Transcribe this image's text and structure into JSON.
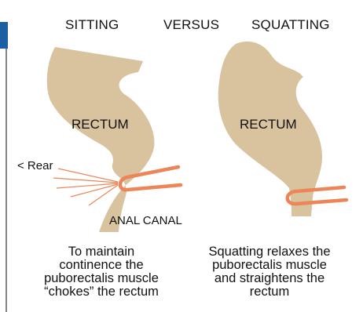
{
  "header": {
    "left_title": "SITTING",
    "middle_title": "VERSUS",
    "right_title": "SQUATTING"
  },
  "left_panel": {
    "organ_label": "RECTUM",
    "direction_label": "< Rear",
    "canal_label": "ANAL CANAL",
    "caption": "To maintain\ncontinence the\npuborectalis muscle\n“chokes” the rectum"
  },
  "right_panel": {
    "organ_label": "RECTUM",
    "caption": "Squatting relaxes the\npuborectalis muscle\nand straightens the\nrectum"
  },
  "colors": {
    "rectum_fill": "#d9c29e",
    "muscle": "#ec8558",
    "frame_accent": "#1d5fa3",
    "frame_line": "#5a5a5a",
    "text": "#111111"
  }
}
